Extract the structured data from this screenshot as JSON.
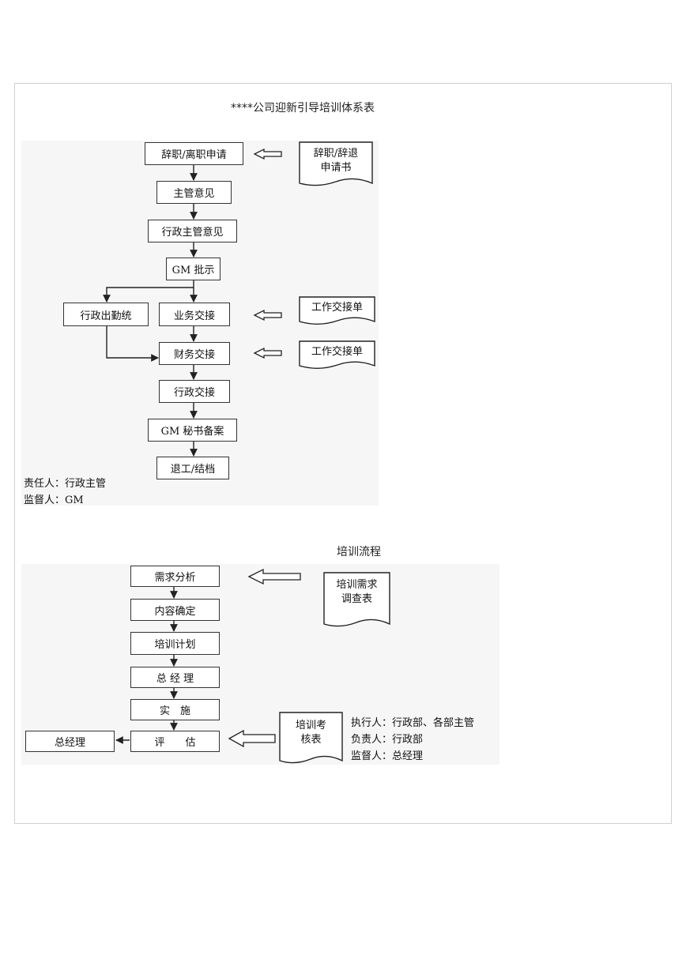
{
  "flow1": {
    "title": "****公司迎新引导培训体系表",
    "nodes": {
      "resign": "辞职/离职申请",
      "supervisor": "主管意见",
      "admin_supervisor": "行政主管意见",
      "gm_approve": "GM 批示",
      "attendance": "行政出勤统",
      "business_handover": "业务交接",
      "finance_handover": "财务交接",
      "admin_handover": "行政交接",
      "gm_secretary": "GM 秘书备案",
      "exit": "退工/结档"
    },
    "docs": {
      "resign_letter": [
        "辞职/辞退",
        "申请书"
      ],
      "work_handover_1": "工作交接单",
      "work_handover_2": "工作交接单"
    },
    "responsible": "责任人：行政主管",
    "supervisor_label": "监督人：GM"
  },
  "flow2": {
    "title": "培训流程",
    "nodes": {
      "needs": "需求分析",
      "content": "内容确定",
      "plan": "培训计划",
      "gm": "总 经 理",
      "implement": "实　施",
      "evaluate": "评　　估",
      "gm_out": "总经理"
    },
    "docs": {
      "survey": [
        "培训需求",
        "调查表"
      ],
      "assess": [
        "培训考",
        "核表"
      ]
    },
    "executor": "执行人：行政部、各部主管",
    "owner": "负责人：行政部",
    "supervisor_label": "监督人：总经理"
  }
}
